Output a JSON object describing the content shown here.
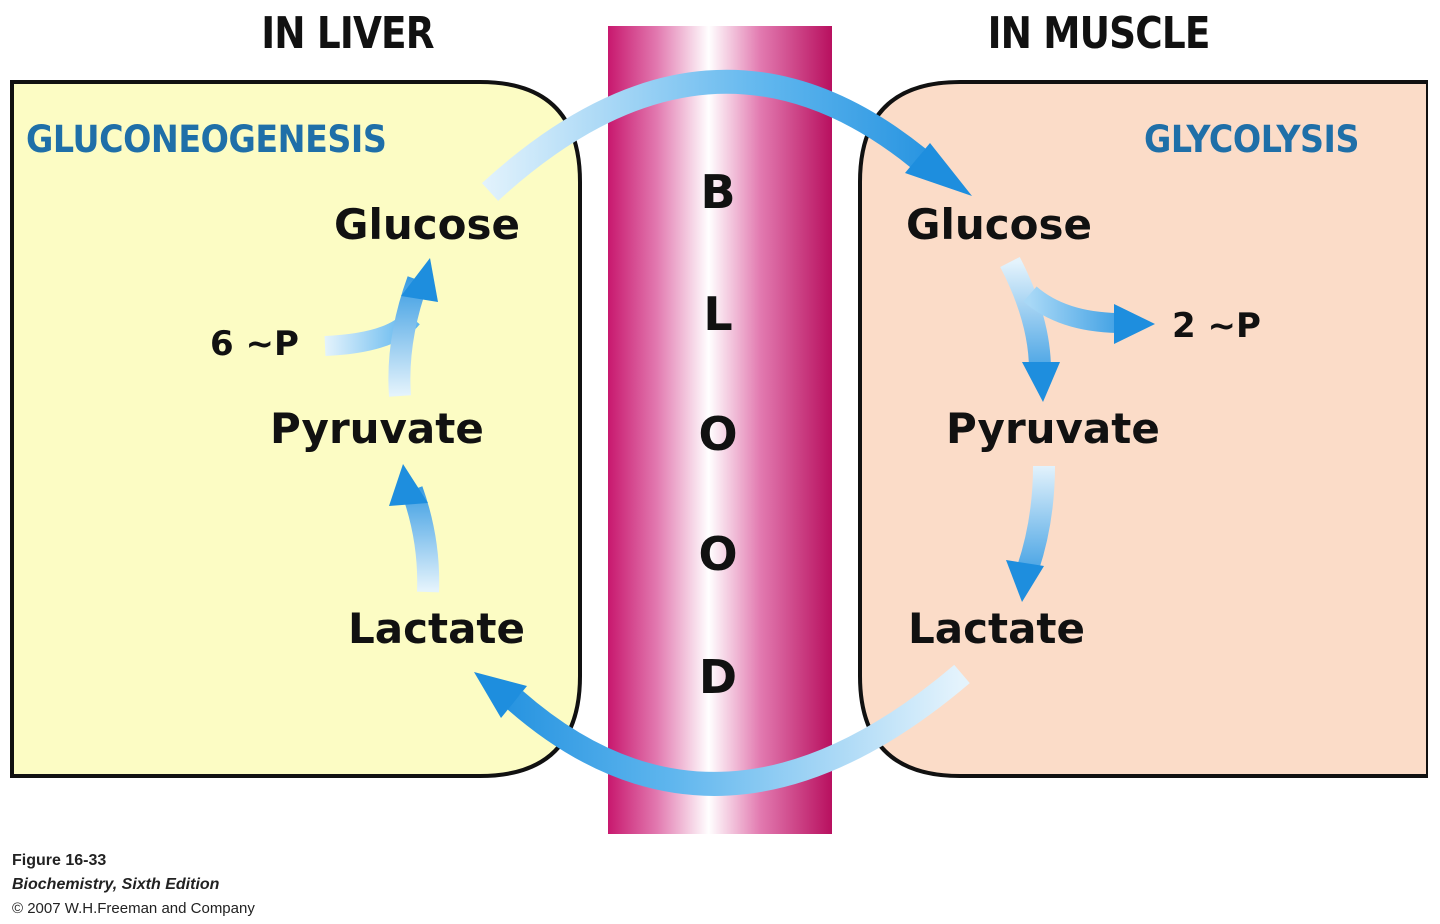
{
  "headings": {
    "liver": "IN LIVER",
    "muscle": "IN MUSCLE"
  },
  "liver": {
    "process": "GLUCONEOGENESIS",
    "glucose": "Glucose",
    "energy": "6 ~P",
    "pyruvate": "Pyruvate",
    "lactate": "Lactate"
  },
  "muscle": {
    "process": "GLYCOLYSIS",
    "glucose": "Glucose",
    "energy": "2 ~P",
    "pyruvate": "Pyruvate",
    "lactate": "Lactate"
  },
  "blood": {
    "letters": [
      "B",
      "L",
      "O",
      "O",
      "D"
    ]
  },
  "caption": {
    "figure": "Figure 16-33",
    "book": "Biochemistry, Sixth Edition",
    "copyright": "© 2007 W.H.Freeman and Company"
  },
  "colors": {
    "liver_fill": "#fcfcc4",
    "muscle_fill": "#fbdcc8",
    "process_text": "#1f6fa8",
    "arrow_blue": "#1e95e0",
    "blood_magenta": "#c8186e"
  }
}
